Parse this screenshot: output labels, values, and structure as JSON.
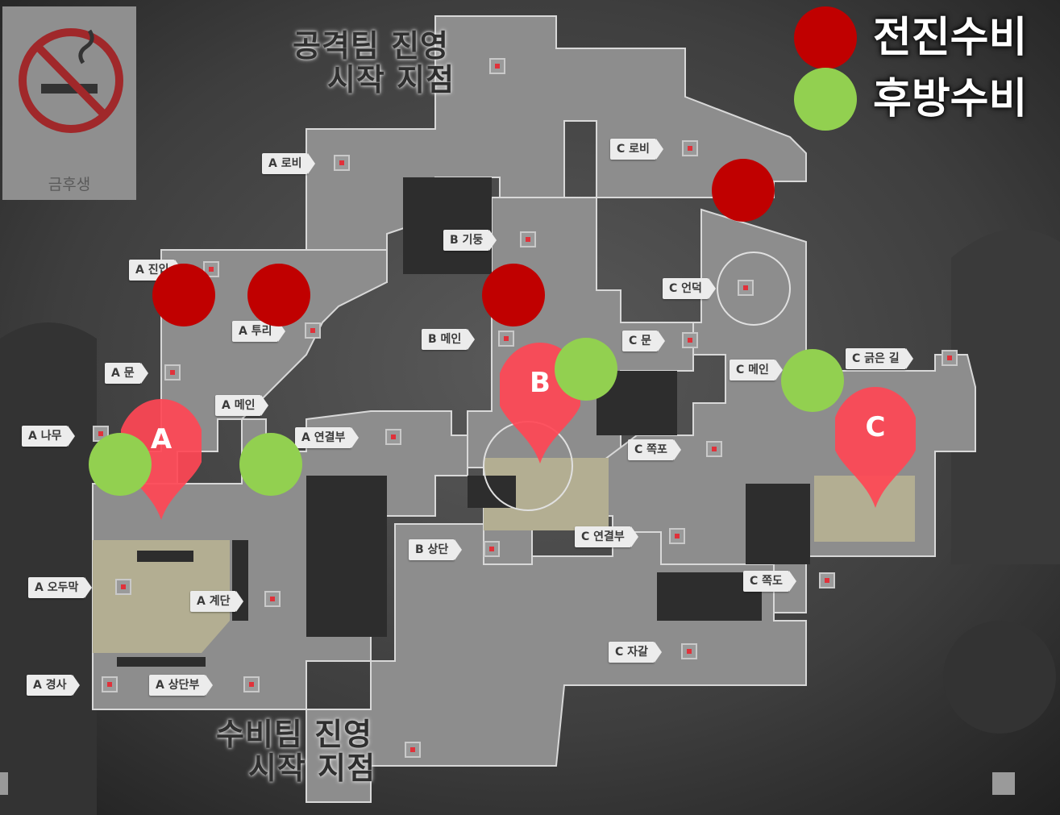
{
  "legend": {
    "items": [
      {
        "label": "전진수비",
        "color": "#c00000"
      },
      {
        "label": "후방수비",
        "color": "#92d050"
      }
    ]
  },
  "badge": {
    "label": "금후생",
    "icon": "no-smoking-icon"
  },
  "spawns": {
    "attacker": [
      "공격팀 진영",
      "시작 지점"
    ],
    "defender": [
      "수비팀 진영",
      "시작 지점"
    ]
  },
  "sites": [
    {
      "letter": "A",
      "color": "#ff4655"
    },
    {
      "letter": "B",
      "color": "#ff4655"
    },
    {
      "letter": "C",
      "color": "#ff4655"
    }
  ],
  "callouts": [
    "A 로비",
    "A 진입",
    "A 투리",
    "A 문",
    "A 메인",
    "A 나무",
    "A 연결부",
    "A 오두막",
    "A 계단",
    "A 경사",
    "A 상단부",
    "B 기둥",
    "B 메인",
    "B 상단",
    "C 로비",
    "C 언덕",
    "C 문",
    "C 메인",
    "C 긁은 길",
    "C 쪽포",
    "C 연결부",
    "C 쪽도",
    "C 자갈"
  ]
}
